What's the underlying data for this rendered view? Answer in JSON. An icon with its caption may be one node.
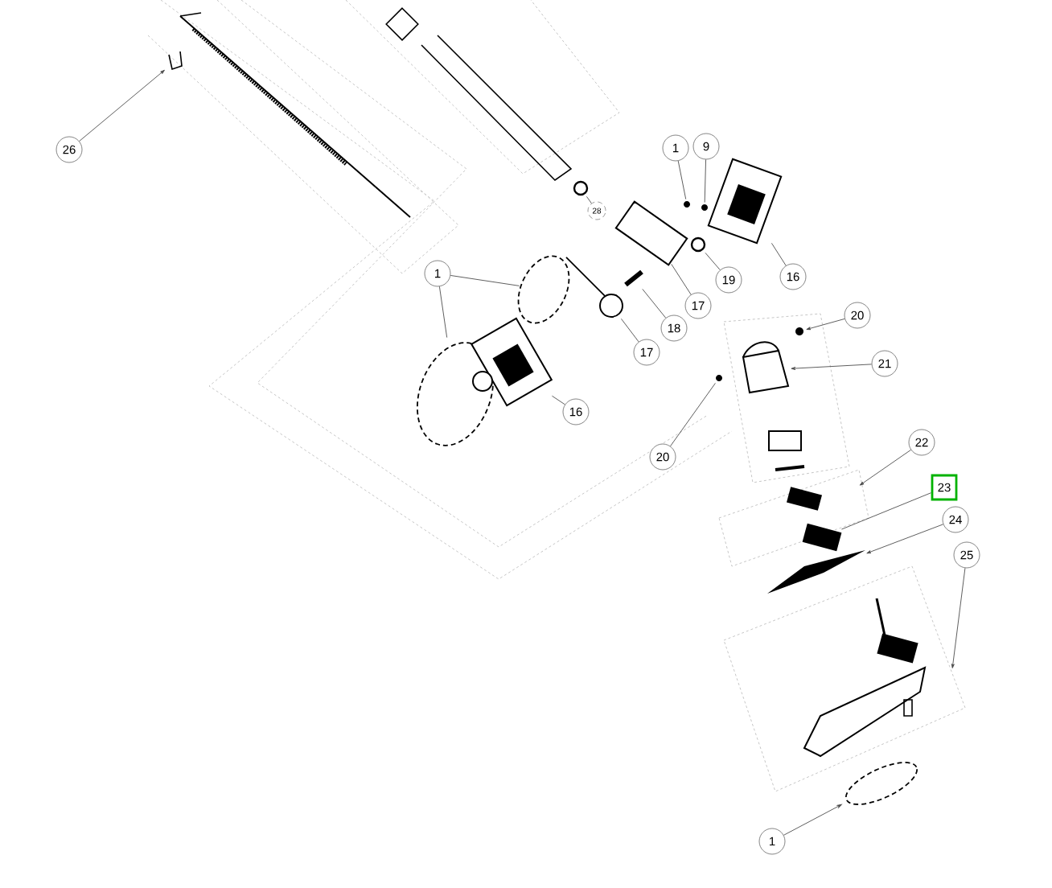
{
  "diagram": {
    "nodes": [
      {
        "text": [
          "26"
        ]
      },
      {
        "text": [
          "28"
        ]
      },
      {
        "text": [
          "1"
        ]
      },
      {
        "text": [
          "9"
        ]
      },
      {
        "text": [
          "1"
        ]
      },
      {
        "text": [
          "16"
        ]
      },
      {
        "text": [
          "19"
        ]
      },
      {
        "text": [
          "17"
        ]
      },
      {
        "text": [
          "18"
        ]
      },
      {
        "text": [
          "17"
        ]
      },
      {
        "text": [
          "16"
        ]
      },
      {
        "text": [
          "20"
        ]
      },
      {
        "text": [
          "21"
        ]
      },
      {
        "text": [
          "20"
        ]
      },
      {
        "text": [
          "22"
        ]
      },
      {
        "text": [
          "23"
        ]
      },
      {
        "text": [
          "24"
        ]
      },
      {
        "text": [
          "25"
        ]
      },
      {
        "text": [
          "1"
        ]
      },
      {
        "text": [],
        "shape": "picture"
      },
      {
        "text": [],
        "shape": "picture"
      },
      {
        "text": [],
        "shape": "picture"
      },
      {
        "text": [],
        "shape": "picture"
      },
      {
        "text": [],
        "shape": "circle"
      },
      {
        "text": [],
        "shape": "picture"
      },
      {
        "text": [],
        "shape": "picture"
      },
      {
        "text": [],
        "shape": "picture"
      },
      {
        "text": [],
        "shape": "picture"
      },
      {
        "text": [],
        "shape": "picture"
      },
      {
        "text": [],
        "shape": "circle"
      },
      {
        "text": [],
        "shape": "picture"
      },
      {
        "text": [],
        "shape": "picture"
      },
      {
        "text": [],
        "shape": "picture"
      },
      {
        "text": [],
        "shape": "picture"
      },
      {
        "text": [],
        "shape": "picture"
      },
      {
        "text": [],
        "shape": "picture"
      },
      {
        "text": [],
        "shape": "picture"
      },
      {
        "text": [],
        "shape": "picture"
      },
      {
        "text": [],
        "shape": "box"
      },
      {
        "text": [],
        "shape": "picture"
      },
      {
        "text": [],
        "shape": "picture"
      },
      {
        "text": [],
        "shape": "picture"
      }
    ],
    "edges": [
      {
        "from": 0,
        "to": 22,
        "arrow": "to"
      },
      {
        "from": 1,
        "to": 23,
        "arrow": "none"
      },
      {
        "from": 2,
        "to": 24,
        "arrow": "none"
      },
      {
        "from": 3,
        "to": 25,
        "arrow": "none"
      },
      {
        "from": 4,
        "to": 26,
        "arrow": "none"
      },
      {
        "from": 4,
        "to": 27,
        "arrow": "none"
      },
      {
        "from": 5,
        "to": 28,
        "arrow": "none"
      },
      {
        "from": 6,
        "to": 29,
        "arrow": "none"
      },
      {
        "from": 7,
        "to": 30,
        "arrow": "none"
      },
      {
        "from": 8,
        "to": 31,
        "arrow": "none"
      },
      {
        "from": 9,
        "to": 32,
        "arrow": "none"
      },
      {
        "from": 10,
        "to": 33,
        "arrow": "none"
      },
      {
        "from": 11,
        "to": 34,
        "arrow": "to"
      },
      {
        "from": 12,
        "to": 19,
        "arrow": "to"
      },
      {
        "from": 13,
        "to": 35,
        "arrow": "none"
      },
      {
        "from": 14,
        "to": null,
        "arrow": "to"
      },
      {
        "from": 15,
        "to": 20,
        "arrow": "none"
      },
      {
        "from": 16,
        "to": 21,
        "arrow": "to"
      },
      {
        "from": 17,
        "to": null,
        "arrow": "to"
      },
      {
        "from": 18,
        "to": 36,
        "arrow": "to"
      }
    ]
  }
}
